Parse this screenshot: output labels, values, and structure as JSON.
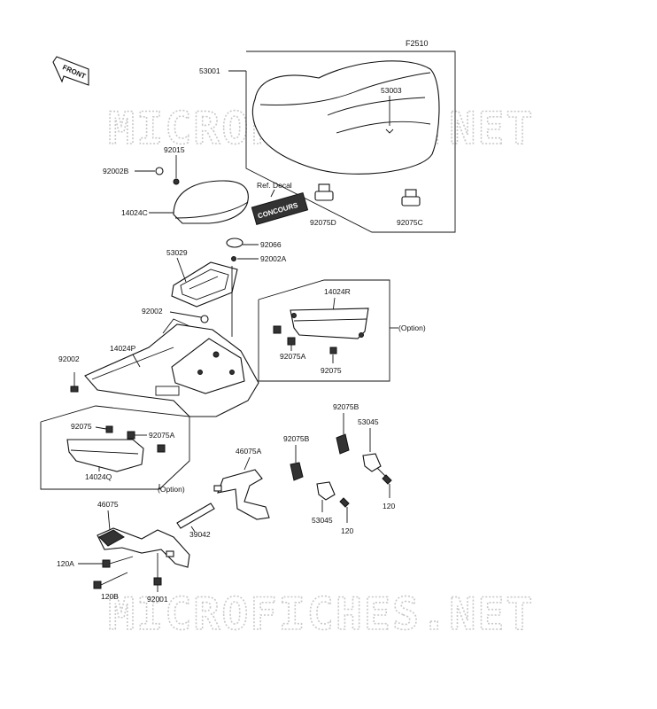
{
  "figure_code": "F2510",
  "front_label": "FRONT",
  "watermark": "MICROFICHES.NET",
  "decal_text": "CONCOURS",
  "labels": {
    "p53001": "53001",
    "p53003": "53003",
    "p92015": "92015",
    "p92002B": "92002B",
    "p14024C": "14024C",
    "ref_decal": "Ref. Decal",
    "p92075D": "92075D",
    "p92075C": "92075C",
    "p92066": "92066",
    "p92002A": "92002A",
    "p53029": "53029",
    "p92002_upper": "92002",
    "p14024R": "14024R",
    "option_right": "(Option)",
    "p92075A_right": "92075A",
    "p92075_right": "92075",
    "p92002_left": "92002",
    "p14024P": "14024P",
    "p92075_left": "92075",
    "p92075A_left": "92075A",
    "p14024Q": "14024Q",
    "option_left": "(Option)",
    "p92075B_right": "92075B",
    "p53045_right": "53045",
    "p46075A": "46075A",
    "p92075B_mid": "92075B",
    "p120_right": "120",
    "p53045_mid": "53045",
    "p120_mid": "120",
    "p46075": "46075",
    "p39042": "39042",
    "p120A": "120A",
    "p120B": "120B",
    "p92001": "92001"
  }
}
